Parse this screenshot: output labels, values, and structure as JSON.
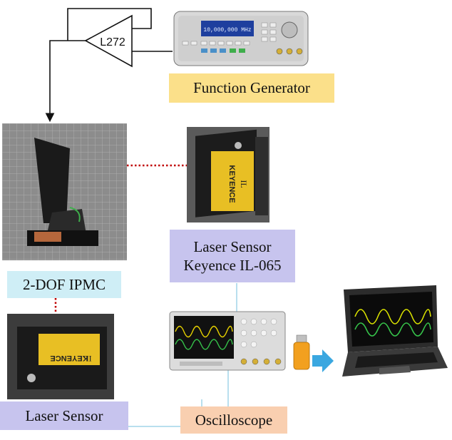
{
  "amplifier": {
    "label": "L272"
  },
  "function_generator": {
    "label": "Function Generator",
    "display_readout": "10,000,000 MHz",
    "color": "#fbe08a"
  },
  "laser_sensor_top": {
    "label_line1": "Laser Sensor",
    "label_line2": "Keyence IL-065",
    "color": "#c7c4ee"
  },
  "ipmc": {
    "label": "2-DOF IPMC",
    "color": "#cfeef6"
  },
  "laser_sensor_bottom": {
    "label": "Laser Sensor",
    "color": "#c7c4ee"
  },
  "oscilloscope": {
    "label": "Oscilloscope",
    "color": "#f9cfb0"
  },
  "sensor_body_text": {
    "brand": "KEYENCE",
    "model": "IL"
  },
  "colors": {
    "link_line": "#b9dfee",
    "dotted_link": "#c00000",
    "arrow": "#3aa7e0"
  }
}
